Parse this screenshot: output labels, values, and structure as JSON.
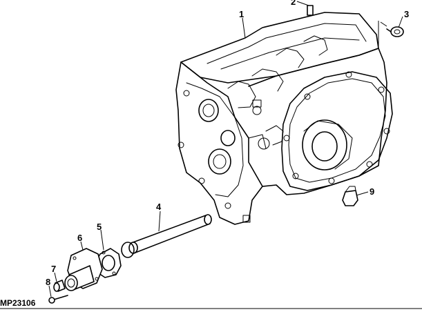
{
  "figure": {
    "code": "MP23106",
    "callouts": [
      {
        "id": "1",
        "label": "1"
      },
      {
        "id": "2",
        "label": "2"
      },
      {
        "id": "3",
        "label": "3"
      },
      {
        "id": "4",
        "label": "4"
      },
      {
        "id": "5",
        "label": "5"
      },
      {
        "id": "6",
        "label": "6"
      },
      {
        "id": "7",
        "label": "7"
      },
      {
        "id": "8",
        "label": "8"
      },
      {
        "id": "9",
        "label": "9"
      }
    ]
  }
}
